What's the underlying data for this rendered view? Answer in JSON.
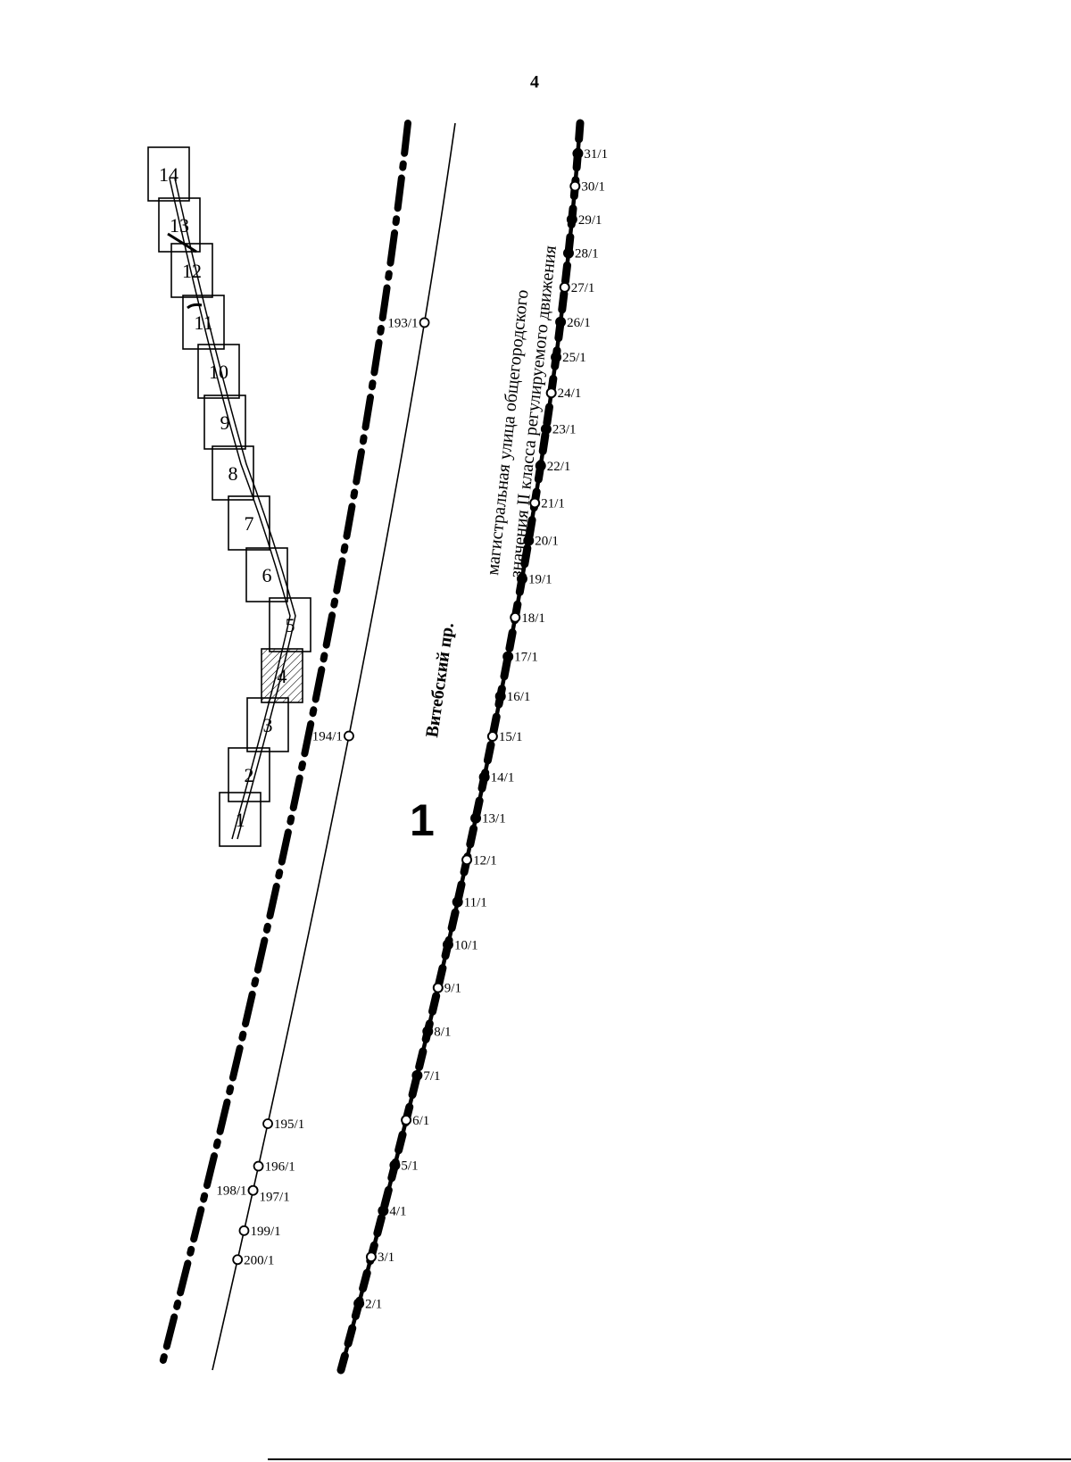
{
  "page_number": "4",
  "street": {
    "line1": "магистральная улица общегородского",
    "line2": "значения II класса регулируемого движения",
    "name": "Витебский пр."
  },
  "zone_number": "1",
  "right_points": [
    "2/1",
    "3/1",
    "4/1",
    "5/1",
    "6/1",
    "7/1",
    "8/1",
    "9/1",
    "10/1",
    "11/1",
    "12/1",
    "13/1",
    "14/1",
    "15/1",
    "16/1",
    "17/1",
    "18/1",
    "19/1",
    "20/1",
    "21/1",
    "22/1",
    "23/1",
    "24/1",
    "25/1",
    "26/1",
    "27/1",
    "28/1",
    "29/1",
    "30/1",
    "31/1"
  ],
  "middle_points": [
    {
      "label": "193/1",
      "side": "left"
    },
    {
      "label": "194/1",
      "side": "left"
    },
    {
      "label": "195/1",
      "side": "right"
    },
    {
      "label": "196/1",
      "side": "right"
    },
    {
      "label": "197/1",
      "side": "right"
    },
    {
      "label": "198/1",
      "side": "left"
    },
    {
      "label": "199/1",
      "side": "right"
    },
    {
      "label": "200/1",
      "side": "right"
    }
  ],
  "squares": [
    "1",
    "2",
    "3",
    "4",
    "5",
    "6",
    "7",
    "8",
    "9",
    "10",
    "11",
    "12",
    "13",
    "14"
  ]
}
